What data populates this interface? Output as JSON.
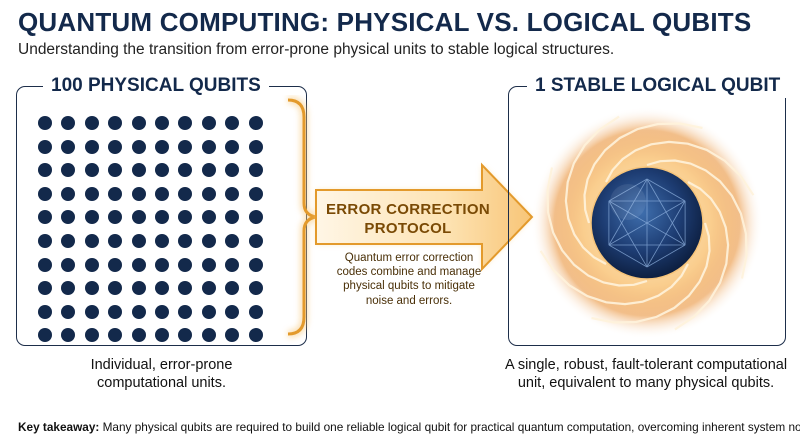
{
  "header": {
    "title": "QUANTUM COMPUTING: PHYSICAL VS. LOGICAL QUBITS",
    "subtitle": "Understanding the transition from error-prone physical units to stable logical structures."
  },
  "left_panel": {
    "heading": "100 PHYSICAL QUBITS",
    "caption_line1": "Individual, error-prone",
    "caption_line2": "computational units.",
    "grid_rows": 10,
    "grid_cols": 10
  },
  "middle": {
    "label_line1": "ERROR CORRECTION",
    "label_line2": "PROTOCOL",
    "desc_lines": [
      "Quantum error correction",
      "codes combine and manage",
      "physical qubits to mitigate",
      "noise and errors."
    ]
  },
  "right_panel": {
    "heading": "1 STABLE LOGICAL QUBIT",
    "caption_line1": "A single, robust, fault-tolerant computational",
    "caption_line2": "unit, equivalent to many physical qubits."
  },
  "footer": {
    "takeaway_label": "Key takeaway:",
    "takeaway_text": " Many physical qubits are required to build one reliable logical qubit for practical quantum computation, overcoming inherent system noise."
  },
  "colors": {
    "navy": "#13294b",
    "gold": "#e8a23a",
    "glow": "#fde4b8"
  }
}
